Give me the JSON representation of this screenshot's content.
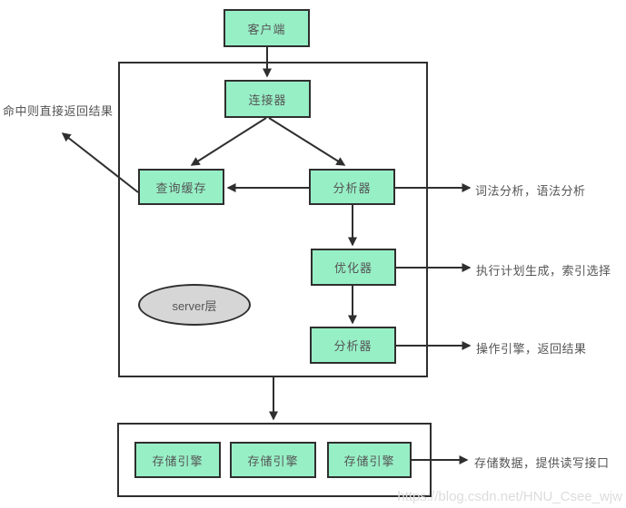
{
  "diagram": {
    "nodes": {
      "client": "客户端",
      "connector": "连接器",
      "query_cache": "查询缓存",
      "analyzer": "分析器",
      "optimizer": "优化器",
      "executor": "分析器",
      "storage_engine_1": "存储引擎",
      "storage_engine_2": "存储引擎",
      "storage_engine_3": "存储引擎",
      "server_layer": "server层"
    },
    "annotations": {
      "cache_hit": "命中则直接返回结果",
      "analyzer_note": "词法分析，语法分析",
      "optimizer_note": "执行计划生成，索引选择",
      "executor_note": "操作引擎，返回结果",
      "storage_note": "存储数据，提供读写接口"
    },
    "watermark": "https://blog.csdn.net/HNU_Csee_wjw",
    "colors": {
      "node_fill": "#97efc6",
      "shape_border": "#2f2f2f",
      "ellipse_fill": "#d6d6d6",
      "text": "#555555",
      "arrow": "#2f2f2f",
      "watermark": "#dcdcdc"
    }
  }
}
